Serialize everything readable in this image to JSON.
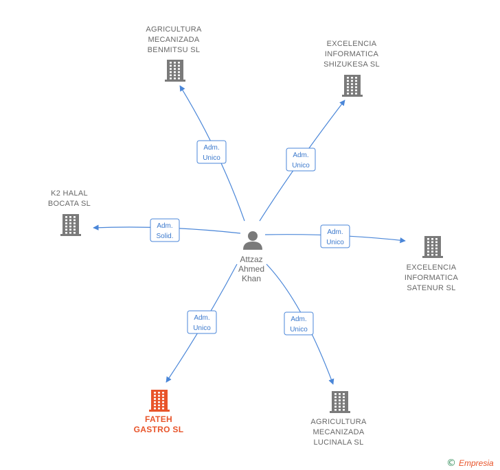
{
  "colors": {
    "edge": "#4a86d8",
    "company": "#7a7a7a",
    "highlight": "#e8542a",
    "person": "#7a7a7a",
    "text": "#666666"
  },
  "center": {
    "name_lines": [
      "Attzaz",
      "Ahmed",
      "Khan"
    ],
    "icon": "person-icon"
  },
  "nodes": [
    {
      "id": "agricultura-benmitsu",
      "lines": [
        "AGRICULTURA",
        "MECANIZADA",
        "BENMITSU  SL"
      ],
      "role": [
        "Adm.",
        "Unico"
      ],
      "highlight": false,
      "icon": "building-icon"
    },
    {
      "id": "excelencia-shizukesa",
      "lines": [
        "EXCELENCIA",
        "INFORMATICA",
        "SHIZUKESA  SL"
      ],
      "role": [
        "Adm.",
        "Unico"
      ],
      "highlight": false,
      "icon": "building-icon"
    },
    {
      "id": "k2-halal-bocata",
      "lines": [
        "K2 HALAL",
        "BOCATA  SL"
      ],
      "role": [
        "Adm.",
        "Solid."
      ],
      "highlight": false,
      "icon": "building-icon"
    },
    {
      "id": "excelencia-satenur",
      "lines": [
        "EXCELENCIA",
        "INFORMATICA",
        "SATENUR  SL"
      ],
      "role": [
        "Adm.",
        "Unico"
      ],
      "highlight": false,
      "icon": "building-icon"
    },
    {
      "id": "fateh-gastro",
      "lines": [
        "FATEH",
        "GASTRO  SL"
      ],
      "role": [
        "Adm.",
        "Unico"
      ],
      "highlight": true,
      "icon": "building-icon"
    },
    {
      "id": "agricultura-lucinala",
      "lines": [
        "AGRICULTURA",
        "MECANIZADA",
        "LUCINALA  SL"
      ],
      "role": [
        "Adm.",
        "Unico"
      ],
      "highlight": false,
      "icon": "building-icon"
    }
  ],
  "footer": {
    "copyright_symbol": "©",
    "brand": "Empresia"
  }
}
